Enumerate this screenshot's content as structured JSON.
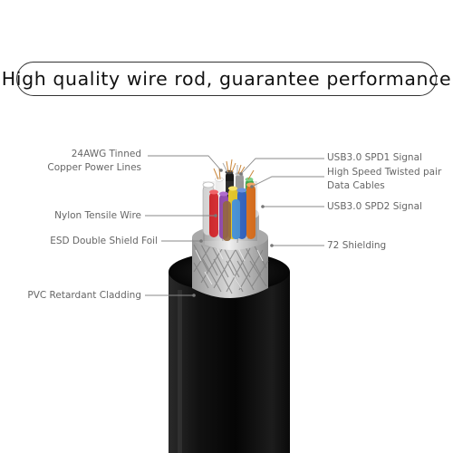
{
  "headline": "High quality wire rod, guarantee performance",
  "callouts": {
    "power_lines": "24AWG Tinned\nCopper Power Lines",
    "nylon": "Nylon Tensile Wire",
    "esd_foil": "ESD Double Shield Foil",
    "pvc": "PVC Retardant Cladding",
    "spd1": "USB3.0 SPD1 Signal",
    "twisted_pair": "High Speed Twisted pair\nData Cables",
    "spd2": "USB3.0 SPD2 Signal",
    "shielding": "72 Shielding"
  },
  "colors": {
    "jacket": "#0d0d0d",
    "braid": "#b9b9b9",
    "foil": "#cfcfcf",
    "leader_line": "#888888",
    "wire_red": "#d8262b",
    "wire_white": "#f2f2f2",
    "wire_black": "#1a1a1a",
    "wire_green": "#3fb04b",
    "wire_blue": "#2f63c6",
    "wire_orange": "#e8761f",
    "wire_purple": "#8a3fa8",
    "wire_brown": "#8a5a2b",
    "wire_yellow": "#e4c51e",
    "wire_grey": "#9a9a9a"
  }
}
